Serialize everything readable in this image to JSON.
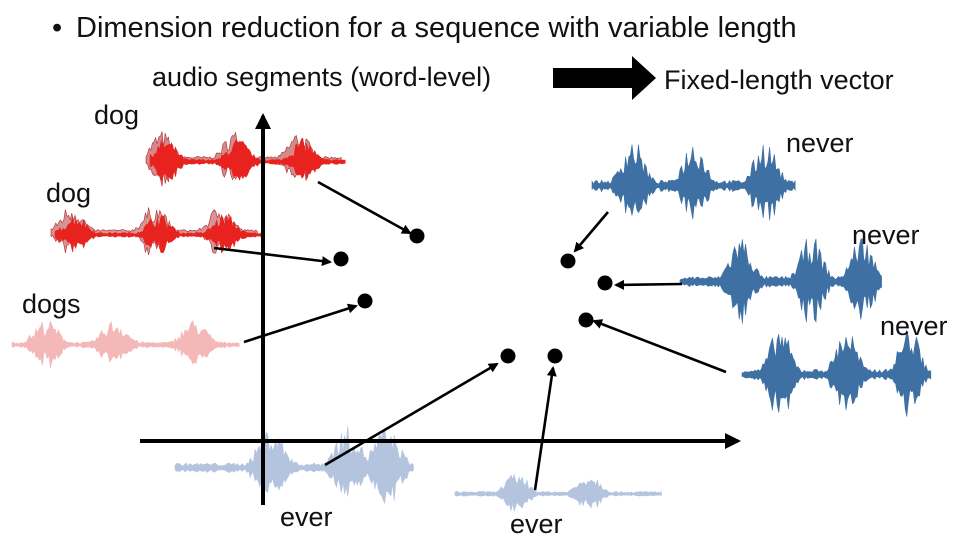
{
  "bullet": {
    "glyph": "•",
    "text": "Dimension reduction for a sequence with variable length"
  },
  "header": {
    "source": "audio segments (word-level)",
    "target": "Fixed-length vector"
  },
  "words": {
    "dog_top": "dog",
    "dog_mid": "dog",
    "dogs": "dogs",
    "never_1": "never",
    "never_2": "never",
    "never_3": "never",
    "ever_1": "ever",
    "ever_2": "ever"
  },
  "colors": {
    "dog": "#e8231f",
    "dog_shadow": "#b02a2a",
    "dogs": "#f5b8b8",
    "never": "#3e70a3",
    "ever": "#b4c3de",
    "axis": "#000000",
    "point": "#000000"
  }
}
